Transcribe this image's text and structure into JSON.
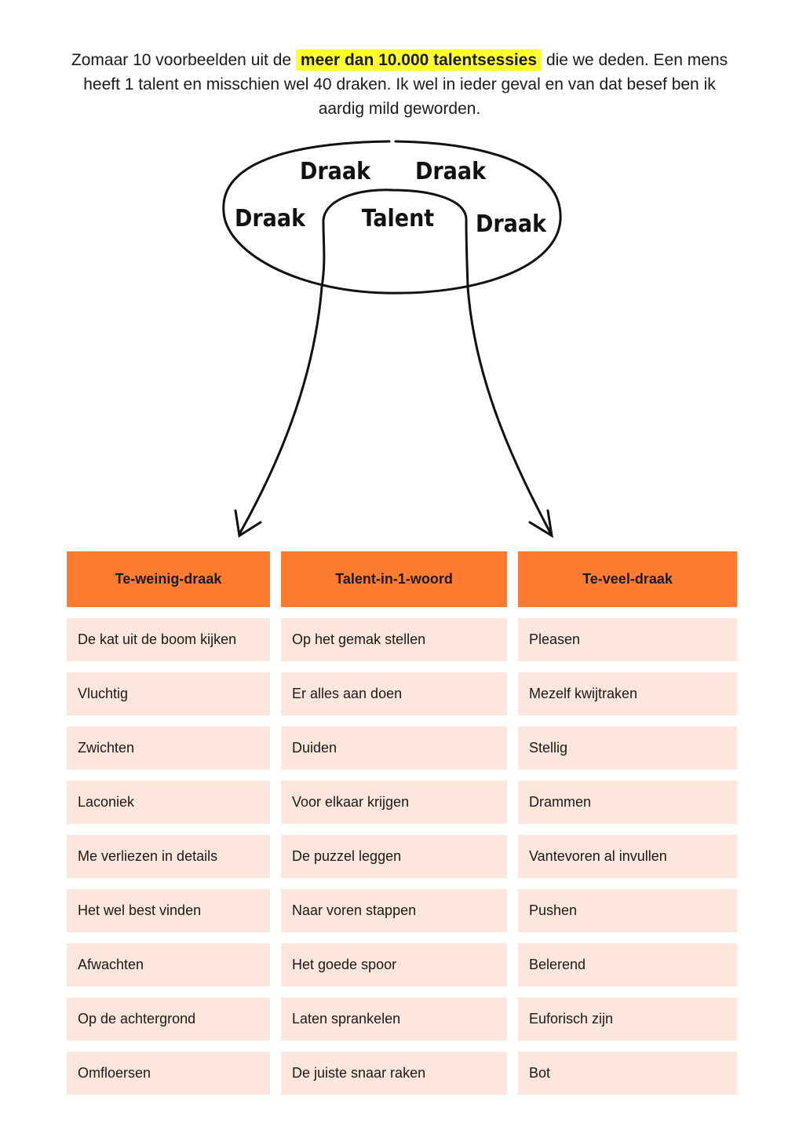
{
  "intro": {
    "before": "Zomaar 10 voorbeelden uit de ",
    "highlight": "meer dan 10.000 talentsessies",
    "after": " die we deden. Een mens heeft 1 talent en misschien wel 40 draken. Ik wel in ieder geval en van dat besef ben ik aardig mild geworden."
  },
  "diagram": {
    "labels": [
      "Draak",
      "Draak",
      "Draak",
      "Talent",
      "Draak"
    ]
  },
  "table": {
    "columns": [
      {
        "header": "Te-weinig-draak",
        "items": [
          "De kat uit de boom kijken",
          "Vluchtig",
          "Zwichten",
          "Laconiek",
          "Me verliezen in details",
          "Het wel best vinden",
          "Afwachten",
          "Op de achtergrond",
          "Omfloersen"
        ]
      },
      {
        "header": "Talent-in-1-woord",
        "items": [
          "Op het gemak stellen",
          "Er alles aan doen",
          "Duiden",
          "Voor elkaar krijgen",
          "De puzzel leggen",
          "Naar voren stappen",
          "Het goede spoor",
          "Laten sprankelen",
          "De juiste snaar raken"
        ]
      },
      {
        "header": "Te-veel-draak",
        "items": [
          "Pleasen",
          "Mezelf kwijtraken",
          "Stellig",
          "Drammen",
          "Vantevoren al invullen",
          "Pushen",
          "Belerend",
          "Euforisch zijn",
          "Bot"
        ]
      }
    ]
  }
}
